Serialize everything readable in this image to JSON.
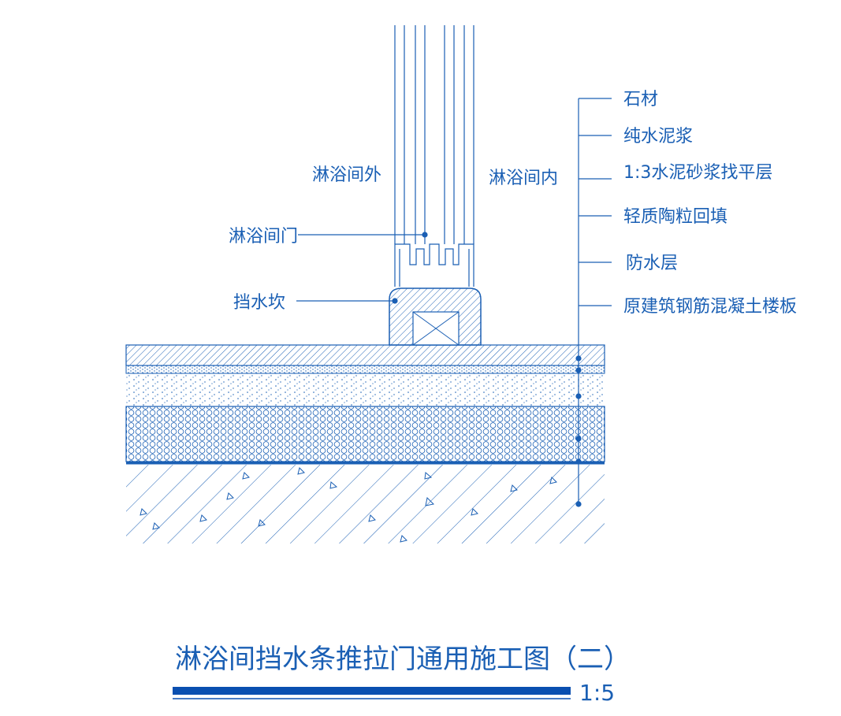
{
  "side_labels": {
    "outside": "淋浴间外",
    "inside": "淋浴间内",
    "door": "淋浴间门",
    "threshold": "挡水坎"
  },
  "layer_labels": [
    "石材",
    "纯水泥浆",
    "1:3水泥砂浆找平层",
    "轻质陶粒回填",
    "防水层",
    "原建筑钢筋混凝土楼板"
  ],
  "title": "淋浴间挡水条推拉门通用施工图（二）",
  "scale": "1:5",
  "colors": {
    "line": "#1a5fb4",
    "title_bar": "#0a4fb0",
    "background": "#ffffff"
  }
}
